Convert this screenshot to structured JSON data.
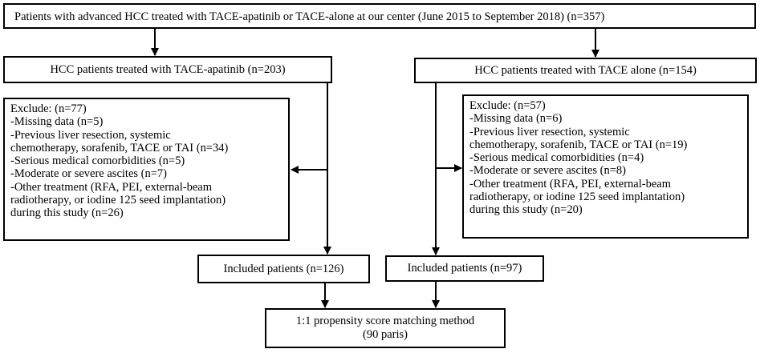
{
  "top_box": "Patients with advanced HCC treated with TACE-apatinib or TACE-alone at our center (June 2015 to September 2018) (n=357)",
  "left_group": "HCC patients treated with TACE-apatinib (n=203)",
  "right_group": "HCC patients treated with TACE alone (n=154)",
  "left_exclude": [
    "Exclude: (n=77)",
    "-Missing data (n=5)",
    "-Previous liver resection, systemic",
    "chemotherapy, sorafenib, TACE or TAI (n=34)",
    "-Serious medical comorbidities (n=5)",
    "-Moderate or severe ascites (n=7)",
    "-Other treatment (RFA, PEI, external-beam",
    "radiotherapy, or iodine 125 seed  implantation)",
    "during this study (n=26)"
  ],
  "right_exclude": [
    "Exclude: (n=57)",
    "-Missing data (n=6)",
    "-Previous liver resection,  systemic",
    "chemotherapy, sorafenib, TACE or TAI (n=19)",
    "-Serious medical comorbidities (n=4)",
    "-Moderate or severe ascites (n=8)",
    "-Other treatment (RFA, PEI, external-beam",
    "radiotherapy, or iodine 125 seed  implantation)",
    "during this study (n=20)"
  ],
  "left_included": "Included patients  (n=126)",
  "right_included": "Included patients  (n=97)",
  "matching_line1": "1:1 propensity score matching method",
  "matching_line2": "(90 paris)"
}
